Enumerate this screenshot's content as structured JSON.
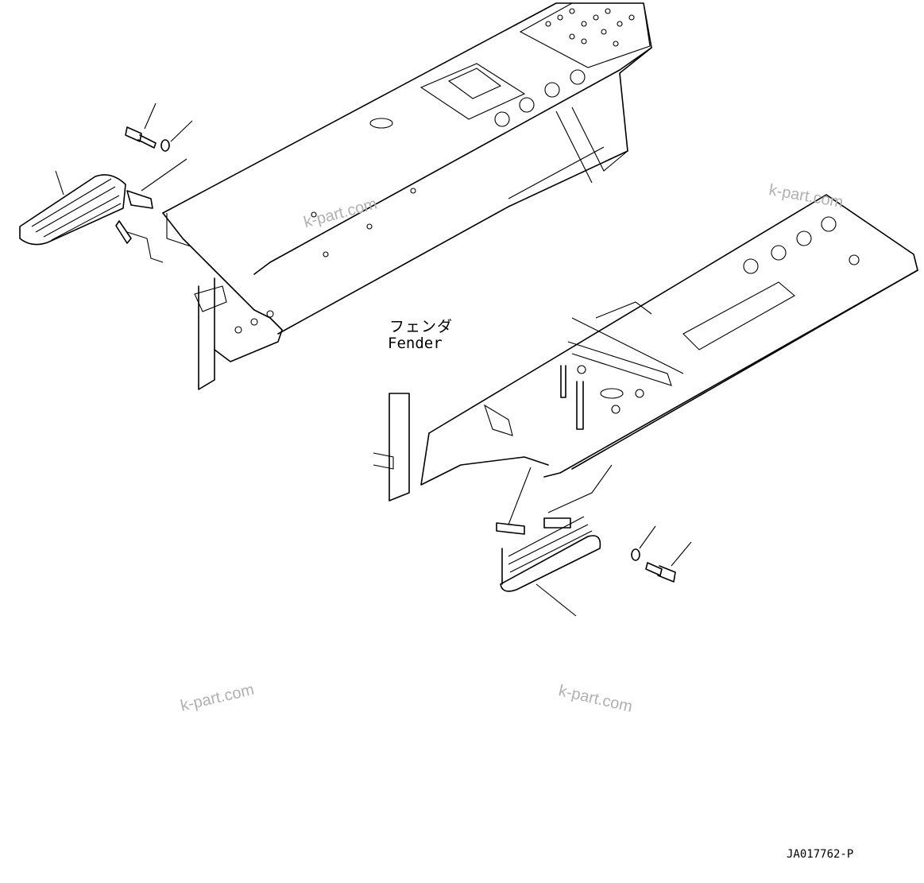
{
  "diagram": {
    "part_label_jp": "フェンダ",
    "part_label_en": "Fender",
    "drawing_code": "JA017762-P",
    "watermarks": [
      "k-part.com",
      "k-part.com",
      "k-part.com",
      "k-part.com"
    ]
  }
}
